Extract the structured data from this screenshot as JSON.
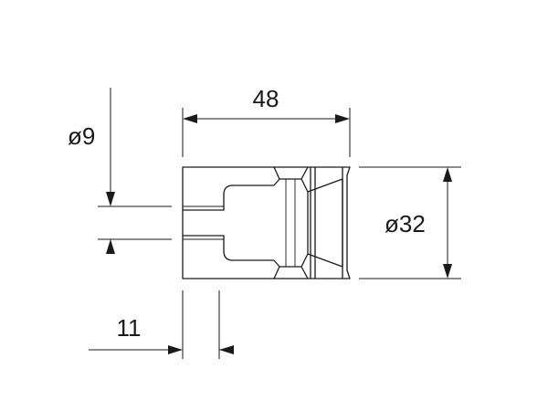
{
  "dimensions": {
    "length": "48",
    "outer_diameter": "ø32",
    "bore_diameter": "ø9",
    "slot_length": "11"
  },
  "colors": {
    "line": "#1a1a1a",
    "background": "#ffffff"
  }
}
